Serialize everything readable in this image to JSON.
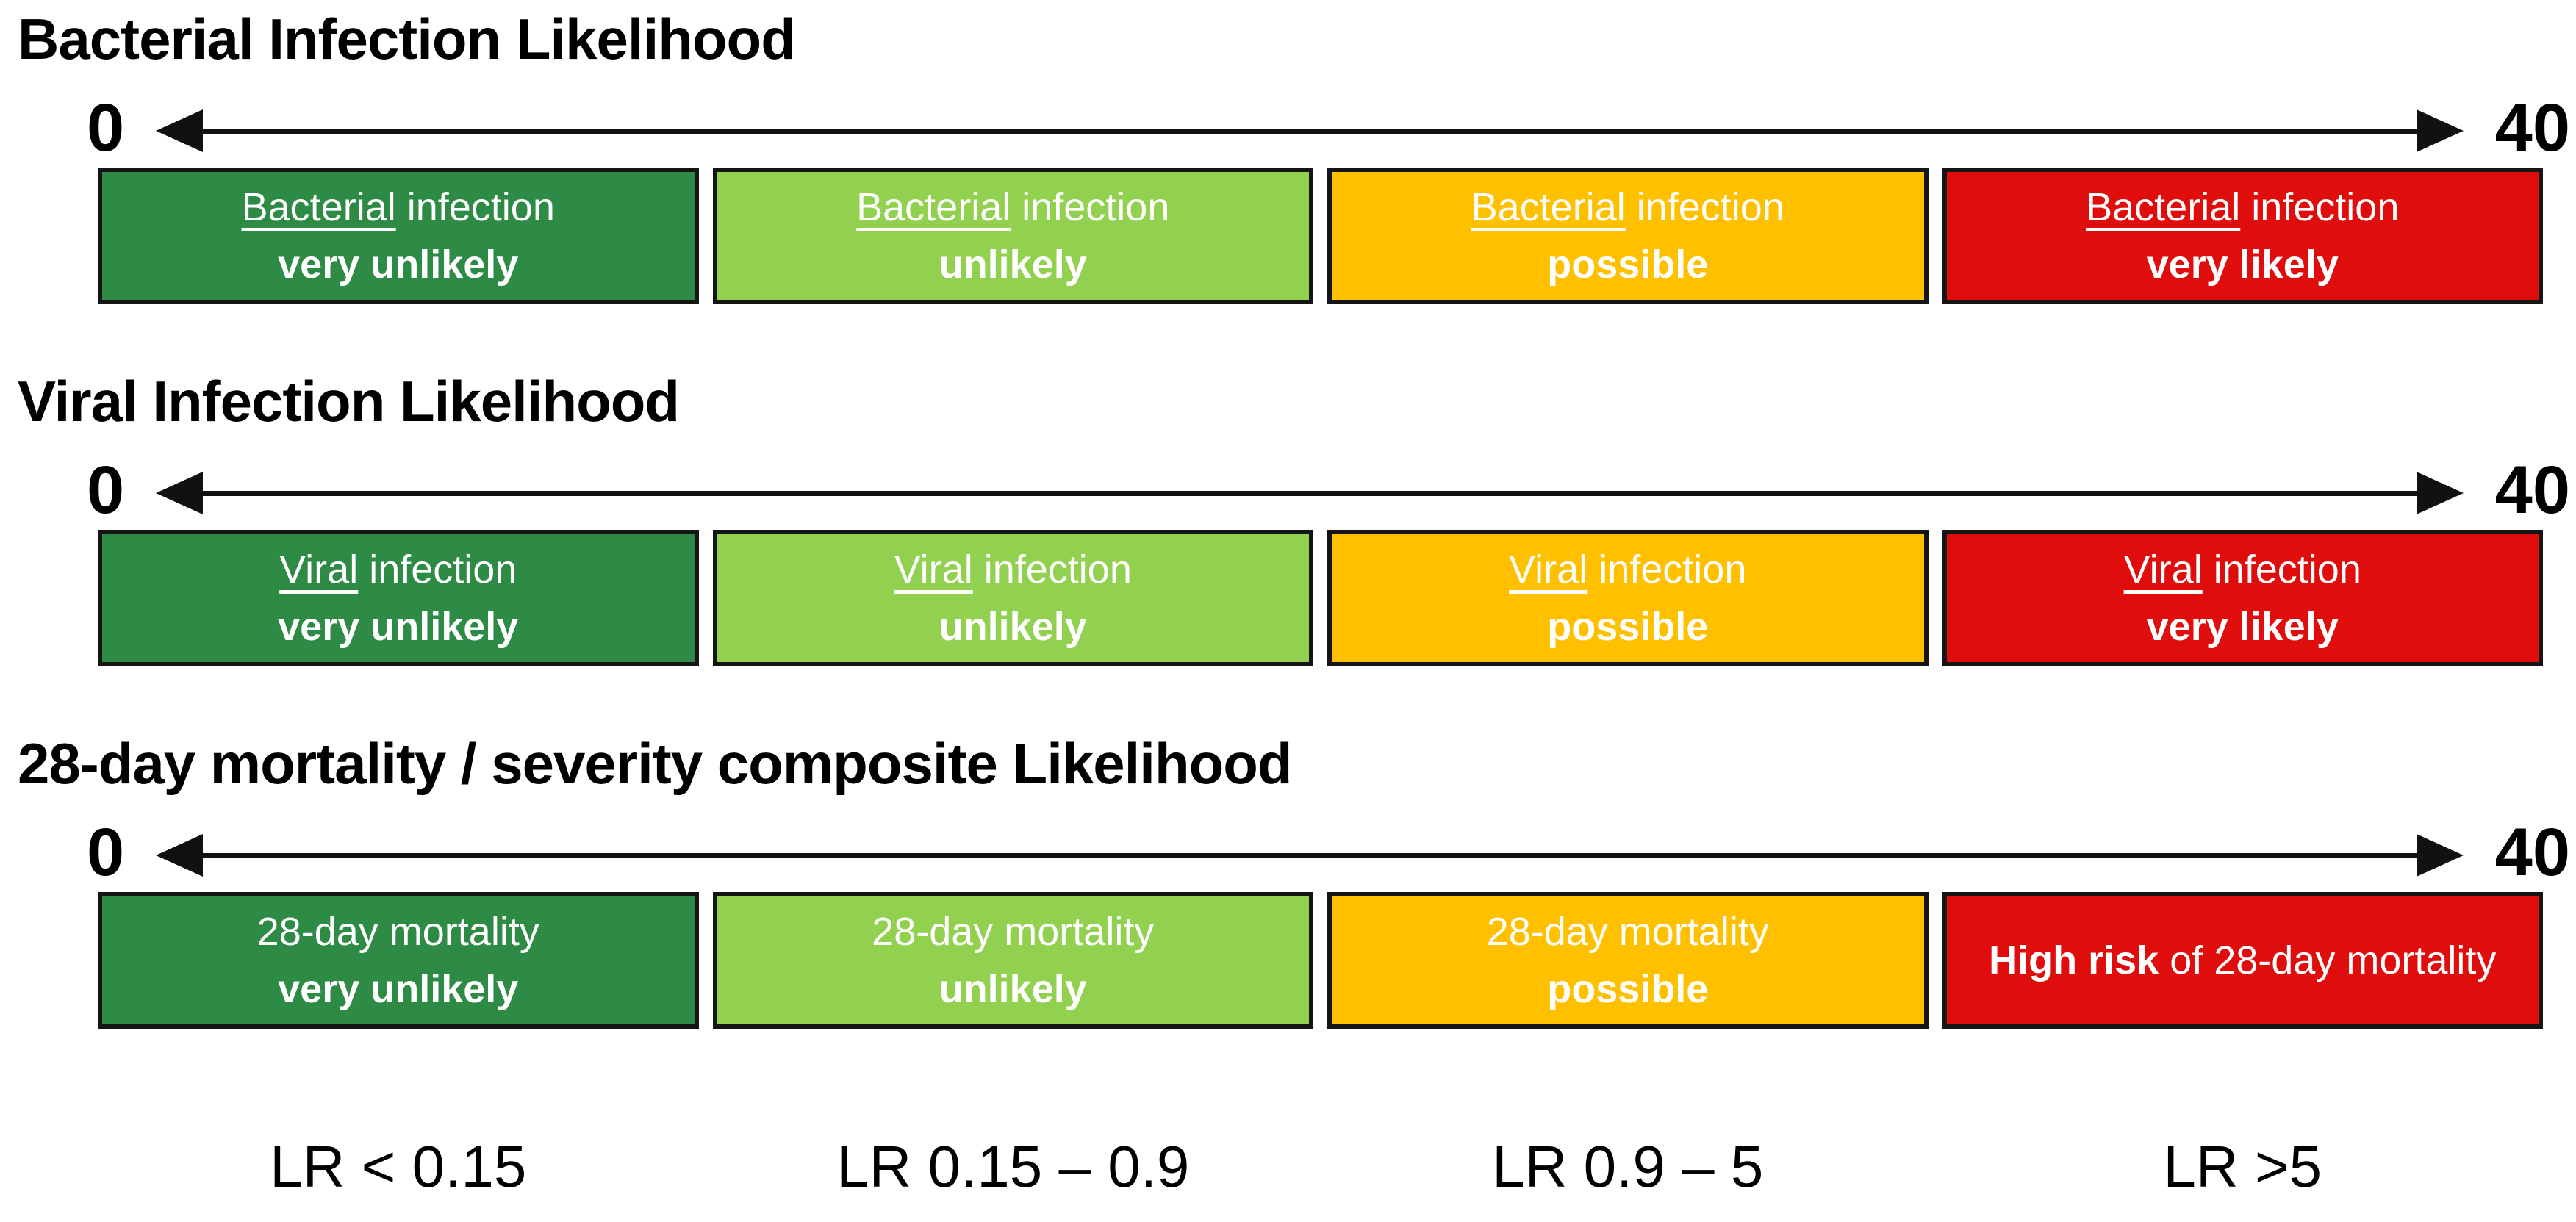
{
  "colors": {
    "band_very_unlikely": "#2E8B45",
    "band_unlikely": "#92D050",
    "band_possible": "#FFC000",
    "band_very_likely": "#E00D0D",
    "box_border": "#151515",
    "box_text": "#FFFFFF",
    "heading_text": "#000000",
    "arrow": "#111111"
  },
  "sections": [
    {
      "title": "Bacterial Infection Likelihood",
      "scale_min": "0",
      "scale_max": "40",
      "boxes": [
        {
          "subject": "Bacterial",
          "line1_rest": "infection",
          "qualifier": "very unlikely"
        },
        {
          "subject": "Bacterial",
          "line1_rest": "infection",
          "qualifier": "unlikely"
        },
        {
          "subject": "Bacterial",
          "line1_rest": "infection",
          "qualifier": "possible"
        },
        {
          "subject": "Bacterial",
          "line1_rest": "infection",
          "qualifier": "very likely"
        }
      ]
    },
    {
      "title": "Viral Infection Likelihood",
      "scale_min": "0",
      "scale_max": "40",
      "boxes": [
        {
          "subject": "Viral",
          "line1_rest": "infection",
          "qualifier": "very unlikely"
        },
        {
          "subject": "Viral",
          "line1_rest": "infection",
          "qualifier": "unlikely"
        },
        {
          "subject": "Viral",
          "line1_rest": "infection",
          "qualifier": "possible"
        },
        {
          "subject": "Viral",
          "line1_rest": "infection",
          "qualifier": "very likely"
        }
      ]
    },
    {
      "title": "28-day mortality / severity composite Likelihood",
      "scale_min": "0",
      "scale_max": "40",
      "boxes": [
        {
          "line1": "28-day mortality",
          "qualifier": "very unlikely"
        },
        {
          "line1": "28-day mortality",
          "qualifier": "unlikely"
        },
        {
          "line1": "28-day mortality",
          "qualifier": "possible"
        },
        {
          "emphasis": "High risk",
          "rest": "of 28-day mortality"
        }
      ]
    }
  ],
  "footer": {
    "lr_labels": [
      "LR < 0.15",
      "LR 0.15 – 0.9",
      "LR 0.9 – 5",
      "LR >5"
    ]
  }
}
